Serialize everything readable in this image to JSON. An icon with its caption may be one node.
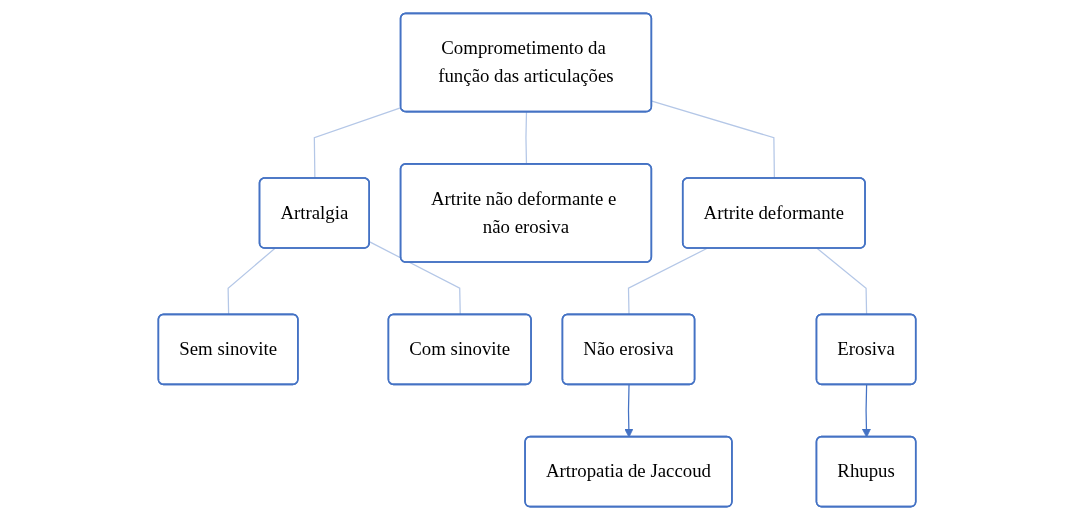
{
  "diagram": {
    "nodes": [
      {
        "text": [
          "Comprometimento da função das articulações"
        ]
      },
      {
        "text": [
          "Artralgia"
        ]
      },
      {
        "text": [
          "Artrite não deformante e não erosiva"
        ]
      },
      {
        "text": [
          "Artrite deformante"
        ]
      },
      {
        "text": [
          "Sem sinovite"
        ]
      },
      {
        "text": [
          "Com sinovite"
        ]
      },
      {
        "text": [
          "Não erosiva"
        ]
      },
      {
        "text": [
          "Erosiva"
        ]
      },
      {
        "text": [
          "Artropatia de Jaccoud"
        ]
      },
      {
        "text": [
          "Rhupus"
        ]
      }
    ],
    "edges": [
      {
        "from": 0,
        "to": 1,
        "arrow": "none"
      },
      {
        "from": 0,
        "to": 2,
        "arrow": "none"
      },
      {
        "from": 0,
        "to": 3,
        "arrow": "none"
      },
      {
        "from": 1,
        "to": 4,
        "arrow": "none"
      },
      {
        "from": 1,
        "to": 5,
        "arrow": "none"
      },
      {
        "from": 3,
        "to": 6,
        "arrow": "none"
      },
      {
        "from": 3,
        "to": 7,
        "arrow": "none"
      },
      {
        "from": 6,
        "to": 8,
        "arrow": "to",
        "color": "#4472c4"
      },
      {
        "from": 7,
        "to": 9,
        "arrow": "to",
        "color": "#4472c4"
      }
    ]
  }
}
